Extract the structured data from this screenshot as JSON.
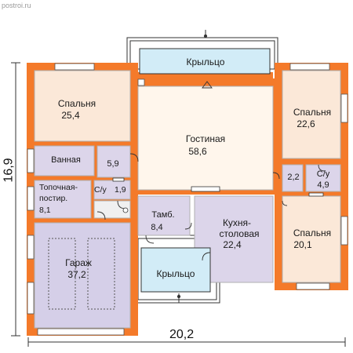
{
  "watermark": "postroi.ru",
  "dimensions": {
    "width": "20,2",
    "height": "16,9"
  },
  "rooms": {
    "porch_front": {
      "name": "Крыльцо"
    },
    "porch_back": {
      "name": "Крыльцо"
    },
    "bedroom_nw": {
      "name": "Спальня",
      "area": "25,4"
    },
    "bedroom_ne": {
      "name": "Спальня",
      "area": "22,6"
    },
    "bedroom_se": {
      "name": "Спальня",
      "area": "20,1"
    },
    "living": {
      "name": "Гостиная",
      "area": "58,6"
    },
    "bath": {
      "name": "Ванная"
    },
    "bath_area": {
      "area": "5,9"
    },
    "wc_small": {
      "area": "2,2"
    },
    "wc_right": {
      "name": "С/у",
      "area": "4,9"
    },
    "boiler": {
      "name_line1": "Топочная-",
      "name_line2": "постир.",
      "area": "8,1"
    },
    "wc_left": {
      "name": "С/у",
      "area": "1,9"
    },
    "vestibule": {
      "name": "Тамб.",
      "area": "8,4"
    },
    "kitchen": {
      "name_line1": "Кухня-",
      "name_line2": "столовая",
      "area": "22,4"
    },
    "garage": {
      "name": "Гараж",
      "area": "37,2"
    }
  },
  "colors": {
    "wall": "#F47A2A",
    "wall_inner": "#B0B0B0",
    "bedroom": "#FBE8D8",
    "living": "#FFF6EC",
    "wet": "#DCD5EA",
    "garage": "#D5CFE8",
    "kitchen": "#DCD5EA",
    "porch": "#D2ECF7",
    "outline": "#333333"
  }
}
